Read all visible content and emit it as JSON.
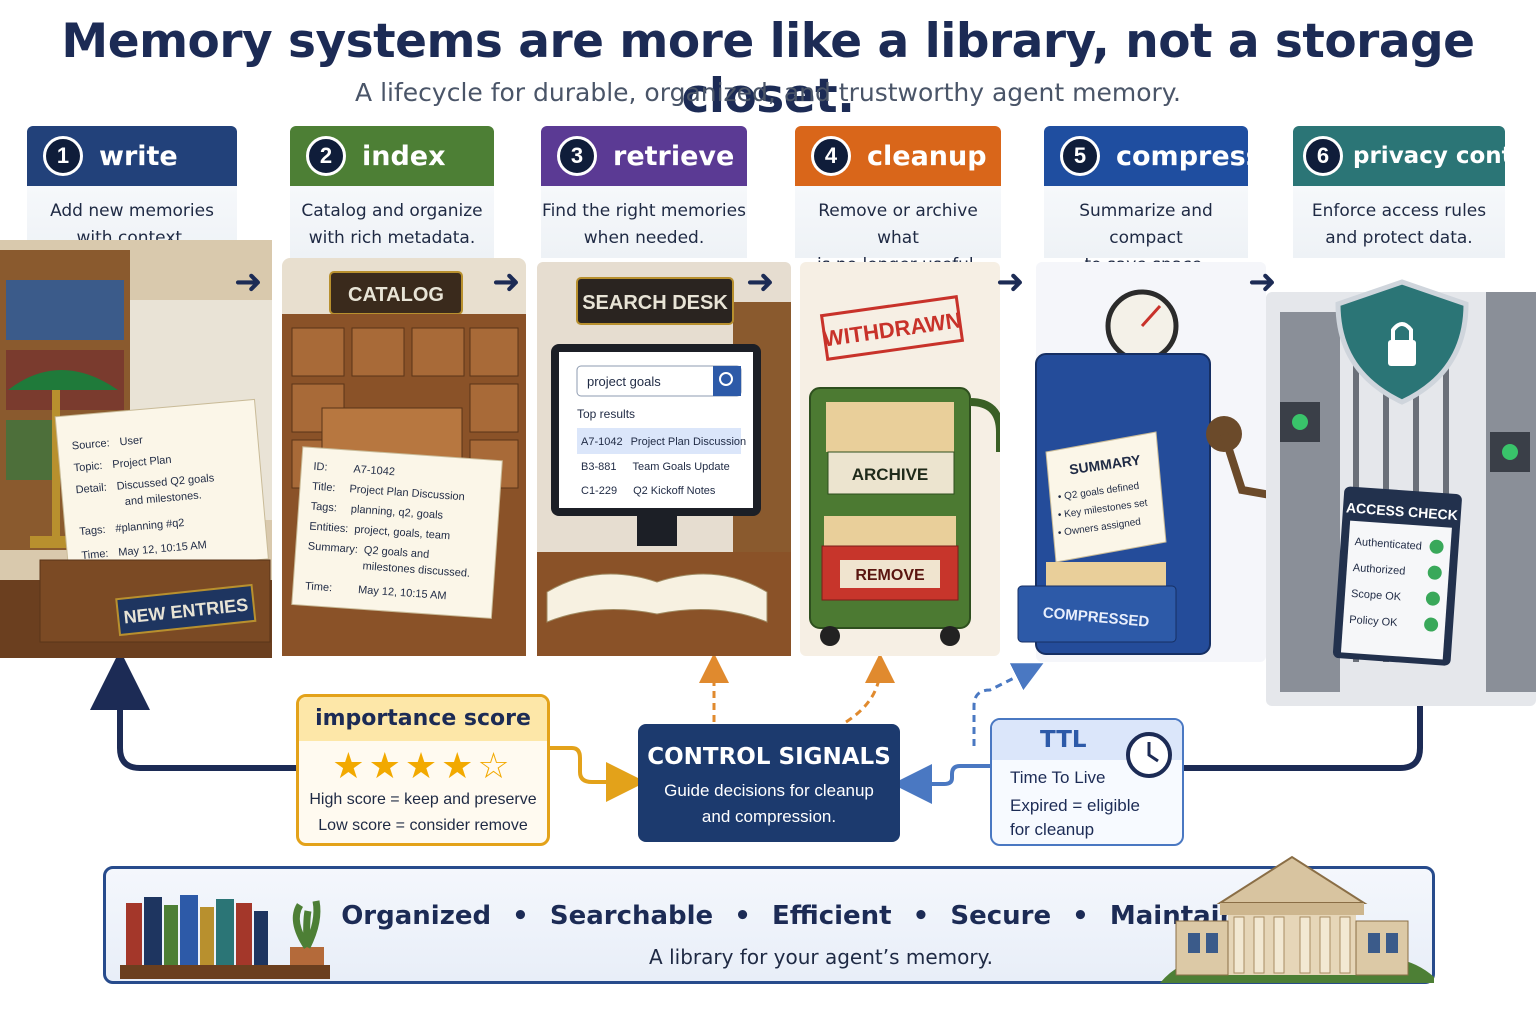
{
  "header": {
    "title": "Memory systems are more like a library, not a storage closet.",
    "subtitle": "A lifecycle for durable, organized, and trustworthy agent memory."
  },
  "colors": {
    "write": "#22417a",
    "index": "#4d7f35",
    "retrieve": "#5b3a94",
    "cleanup": "#d9661a",
    "compress": "#1f4ea0",
    "privacy": "#2b7576",
    "navy": "#1c2b55"
  },
  "stages": [
    {
      "num": "1",
      "name": "write",
      "desc1": "Add new memories",
      "desc2": "with context."
    },
    {
      "num": "2",
      "name": "index",
      "desc1": "Catalog and organize",
      "desc2": "with rich metadata."
    },
    {
      "num": "3",
      "name": "retrieve",
      "desc1": "Find the right memories",
      "desc2": "when needed."
    },
    {
      "num": "4",
      "name": "cleanup",
      "desc1": "Remove or archive what",
      "desc2": "is no longer useful."
    },
    {
      "num": "5",
      "name": "compress",
      "desc1": "Summarize and compact",
      "desc2": "to save space."
    },
    {
      "num": "6",
      "name": "privacy control",
      "desc1": "Enforce access rules",
      "desc2": "and protect data."
    }
  ],
  "write_card": {
    "rows": [
      {
        "k": "Source:",
        "v": "User"
      },
      {
        "k": "Topic:",
        "v": "Project Plan"
      },
      {
        "k": "Detail:",
        "v": "Discussed Q2 goals"
      },
      {
        "k": "",
        "v": "and milestones."
      },
      {
        "k": "Tags:",
        "v": "#planning  #q2"
      },
      {
        "k": "Time:",
        "v": "May 12, 10:15 AM"
      }
    ],
    "sign": "NEW ENTRIES"
  },
  "index_card": {
    "sign": "CATALOG",
    "rows": [
      {
        "k": "ID:",
        "v": "A7-1042"
      },
      {
        "k": "Title:",
        "v": "Project Plan Discussion"
      },
      {
        "k": "Tags:",
        "v": "planning, q2, goals"
      },
      {
        "k": "Entities:",
        "v": "project, goals, team"
      },
      {
        "k": "Summary:",
        "v": "Q2 goals and"
      },
      {
        "k": "",
        "v": "milestones discussed."
      },
      {
        "k": "Time:",
        "v": "May 12, 10:15 AM"
      }
    ]
  },
  "retrieve_screen": {
    "sign": "SEARCH DESK",
    "query": "project goals",
    "results_label": "Top results",
    "results": [
      {
        "id": "A7-1042",
        "title": "Project Plan Discussion"
      },
      {
        "id": "B3-881",
        "title": "Team Goals Update"
      },
      {
        "id": "C1-229",
        "title": "Q2 Kickoff Notes"
      }
    ]
  },
  "cleanup_art": {
    "stamp": "WITHDRAWN",
    "archive": "ARCHIVE",
    "remove": "REMOVE"
  },
  "compress_art": {
    "summary_title": "SUMMARY",
    "summary_lines": [
      "• Q2 goals defined",
      "• Key milestones set",
      "• Owners assigned"
    ],
    "label": "COMPRESSED"
  },
  "privacy_art": {
    "title": "ACCESS CHECK",
    "checks": [
      "Authenticated",
      "Authorized",
      "Scope OK",
      "Policy OK"
    ]
  },
  "importance": {
    "title": "importance score",
    "rating": 4,
    "rating_max": 5,
    "line1": "High score = keep and preserve",
    "line2": "Low score = consider remove"
  },
  "control": {
    "title": "CONTROL SIGNALS",
    "line1": "Guide decisions for cleanup",
    "line2": "and compression."
  },
  "ttl": {
    "title": "TTL",
    "line1": "Time To Live",
    "line2": "Expired = eligible",
    "line3": "for cleanup"
  },
  "banner": {
    "items": [
      "Organized",
      "Searchable",
      "Efficient",
      "Secure",
      "Maintainable"
    ],
    "separator": "•",
    "tagline": "A library for your agent’s memory."
  }
}
